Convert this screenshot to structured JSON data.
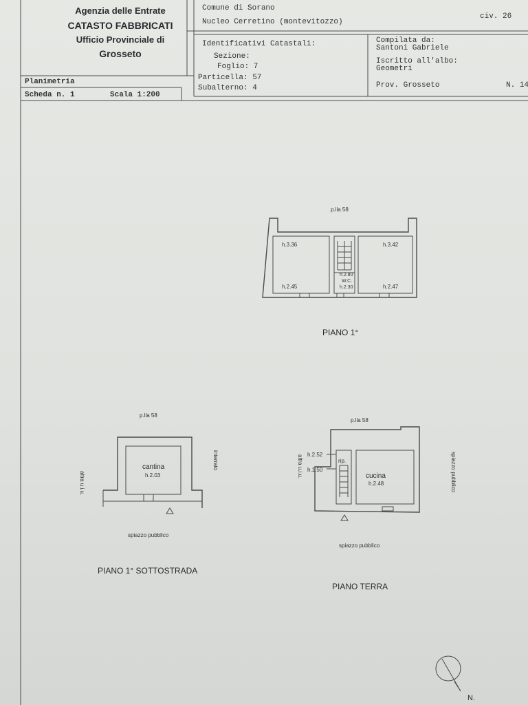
{
  "header": {
    "agency": "Agenzia delle Entrate",
    "catasto": "CATASTO FABBRICATI",
    "ufficio": "Ufficio Provinciale di",
    "city": "Grosseto",
    "comune": "Comune di Sorano",
    "nucleo": "Nucleo Cerretino (montevitozzo)",
    "civ": "civ. 26",
    "identificativi": "Identificativi Catastali:",
    "sezione": "Sezione:",
    "foglio": "Foglio: 7",
    "particella": "Particella: 57",
    "subalterno": "Subalterno: 4",
    "compilata": "Compilata da:",
    "compilatore": "Santoni Gabriele",
    "iscritto": "Iscritto all'albo:",
    "albo": "Geometri",
    "prov": "Prov. Grosseto",
    "numero": "N. 14",
    "planimetria": "Planimetria",
    "scheda": "Scheda n. 1",
    "scala": "Scala 1:200"
  },
  "plans": {
    "piano1": {
      "title": "PIANO 1°",
      "plla": "p.lla 58",
      "h_top_left": "h.3.36",
      "h_top_right": "h.3.42",
      "h_bottom_left": "h.2.45",
      "h_bottom_right": "h.2.47",
      "h_wc_top": "h.2.80",
      "wc": "W.C.",
      "h_wc_bottom": "h.2.30"
    },
    "sottostrada": {
      "title": "PIANO 1° SOTTOSTRADA",
      "plla": "p.lla 58",
      "room": "cantina",
      "h": "h.2.03",
      "left_side": "altra u.i.u.",
      "right_side": "interrato",
      "bottom": "spiazzo pubblico"
    },
    "terra": {
      "title": "PIANO TERRA",
      "plla": "p.lla 58",
      "h1": "h.2.52",
      "h2": "h.1.50",
      "rip": "rip.",
      "room": "cucina",
      "h": "h.2.48",
      "left_side": "altra u.i.u.",
      "right_side": "spiazzo pubblico",
      "bottom": "spiazzo pubblico"
    },
    "north": "N."
  }
}
